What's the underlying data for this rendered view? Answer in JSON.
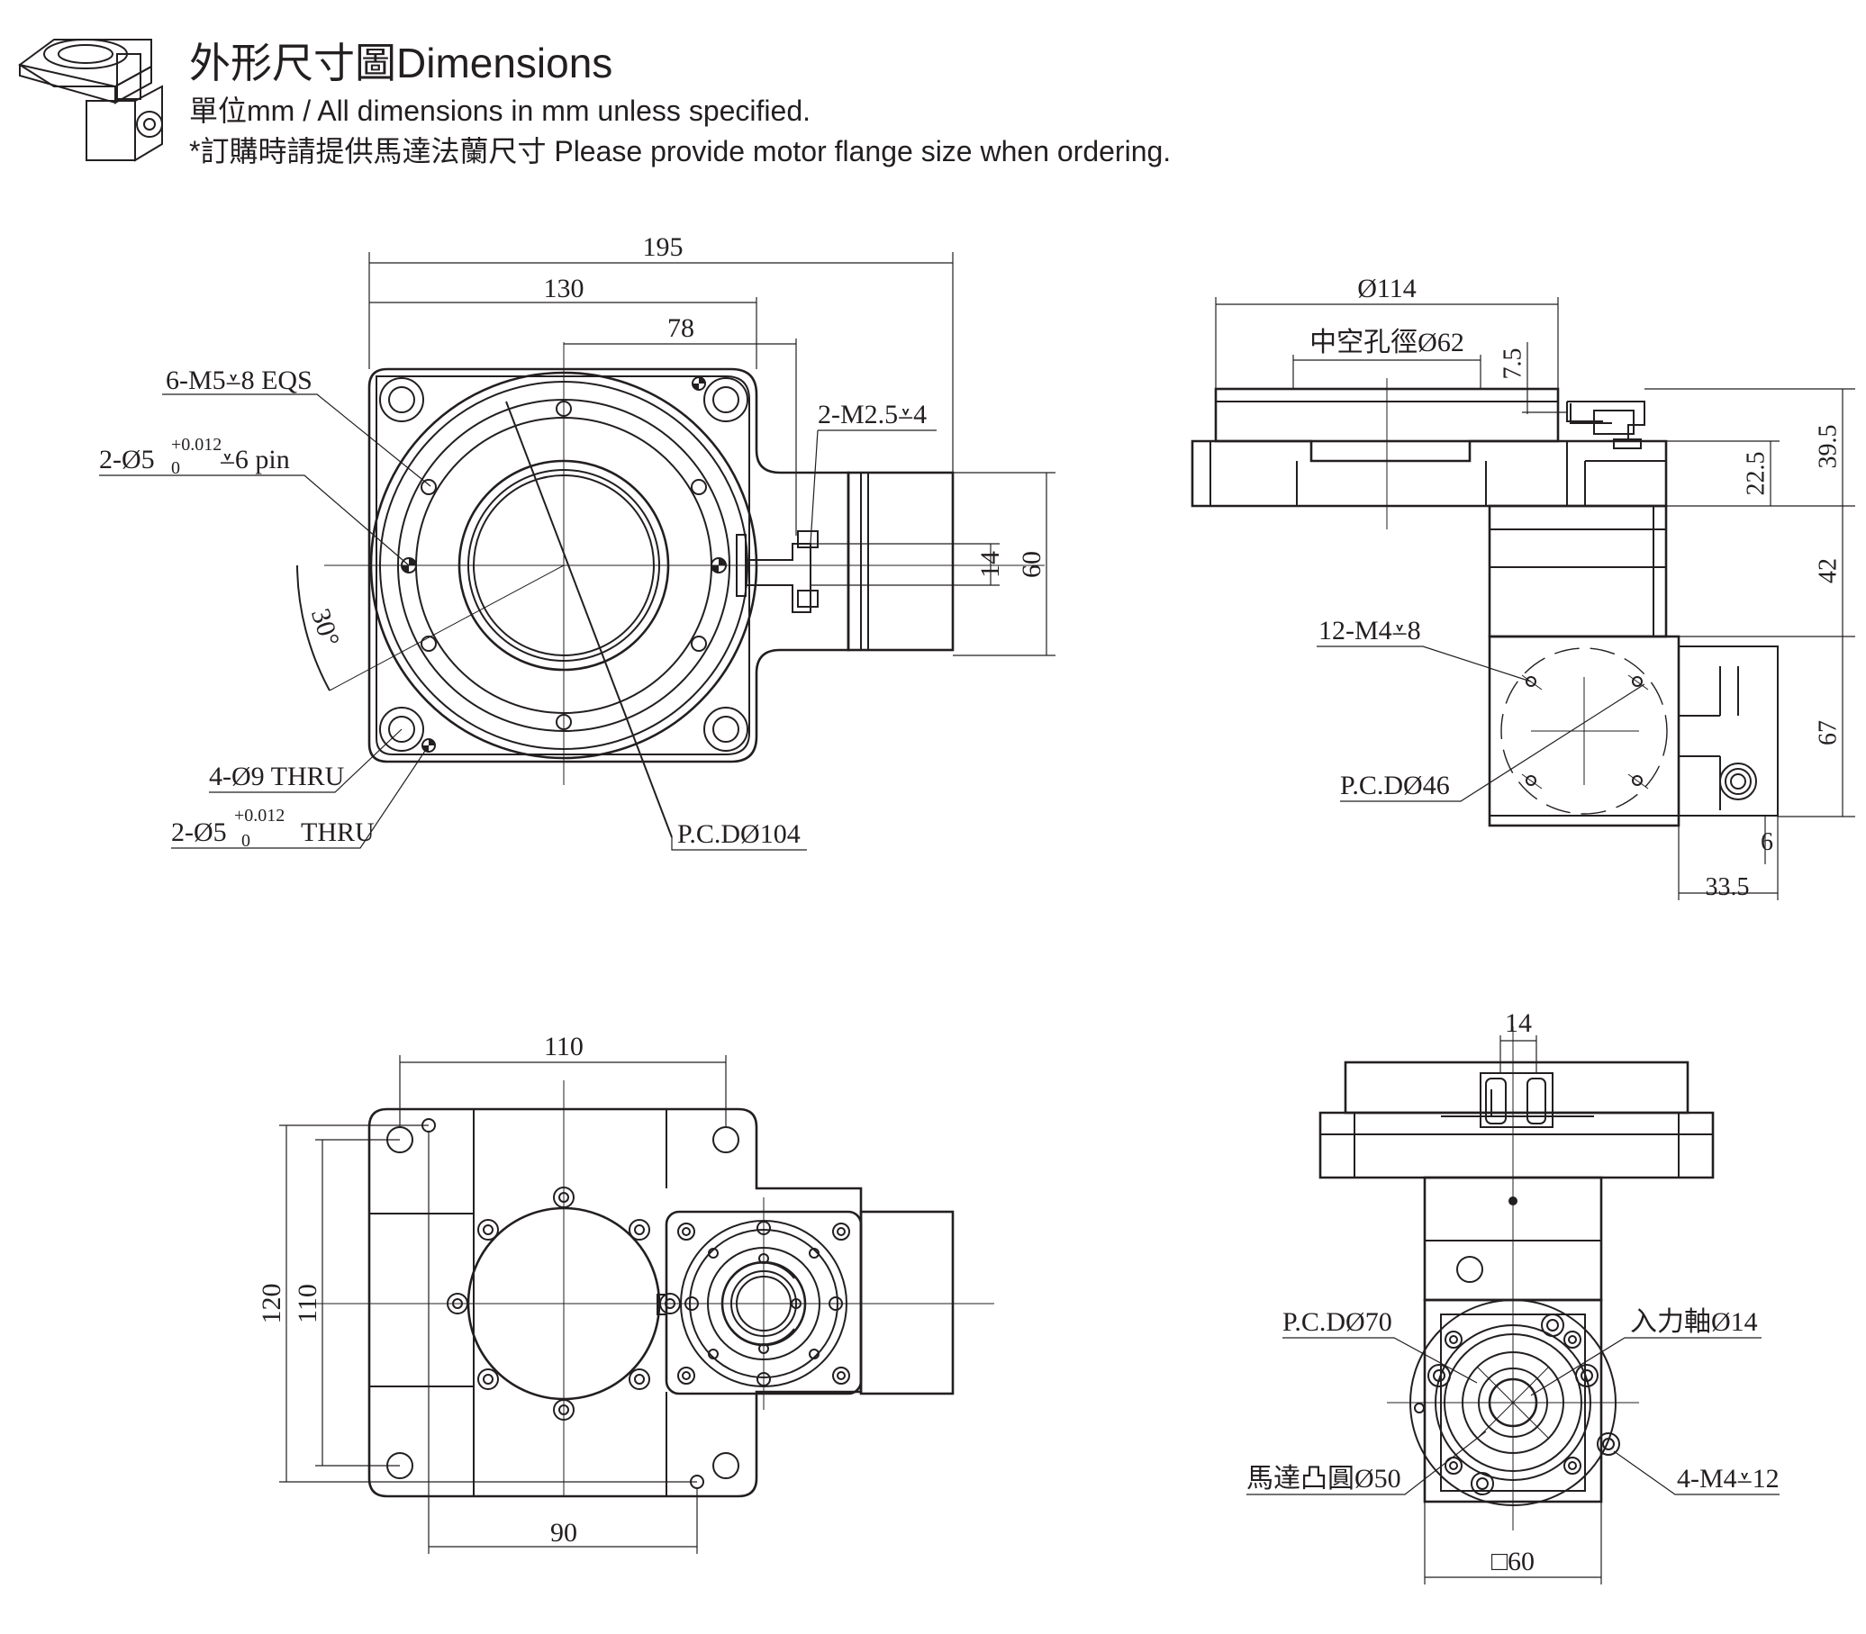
{
  "header": {
    "title": "外形尺寸圖Dimensions",
    "unit_note": "單位mm / All dimensions in mm unless specified.",
    "order_note": "*訂購時請提供馬達法蘭尺寸 Please provide motor flange size when ordering."
  },
  "front_view": {
    "dim_195": "195",
    "dim_130": "130",
    "dim_78": "78",
    "dim_14": "14",
    "dim_60": "60",
    "angle_30": "30°",
    "callout_m5": "6-M5⩡8 EQS",
    "callout_pin_a": "2-Ø5",
    "callout_pin_tol_up": "+0.012",
    "callout_pin_tol_low": "0",
    "callout_pin_b": "⩡6 pin",
    "callout_m25": "2-M2.5⩡4",
    "callout_thru9": "4-Ø9 THRU",
    "callout_thru5_a": "2-Ø5",
    "callout_thru5_tol_up": "+0.012",
    "callout_thru5_tol_low": "0",
    "callout_thru5_b": "THRU",
    "pcd": "P.C.DØ104"
  },
  "side_view": {
    "dim_114": "Ø114",
    "hollow": "中空孔徑Ø62",
    "dim_7_5": "7.5",
    "dim_22_5": "22.5",
    "dim_39_5": "39.5",
    "dim_42": "42",
    "dim_67": "67",
    "dim_6": "6",
    "dim_33_5": "33.5",
    "callout_m4": "12-M4⩡8",
    "pcd": "P.C.DØ46"
  },
  "bottom_view": {
    "dim_110_top": "110",
    "dim_120": "120",
    "dim_110_side": "110",
    "dim_90": "90"
  },
  "end_view": {
    "dim_14": "14",
    "pcd": "P.C.DØ70",
    "input_shaft": "入力軸Ø14",
    "motor_boss": "馬達凸圓Ø50",
    "callout_m4": "4-M4⩡12",
    "square_60": "□60"
  }
}
